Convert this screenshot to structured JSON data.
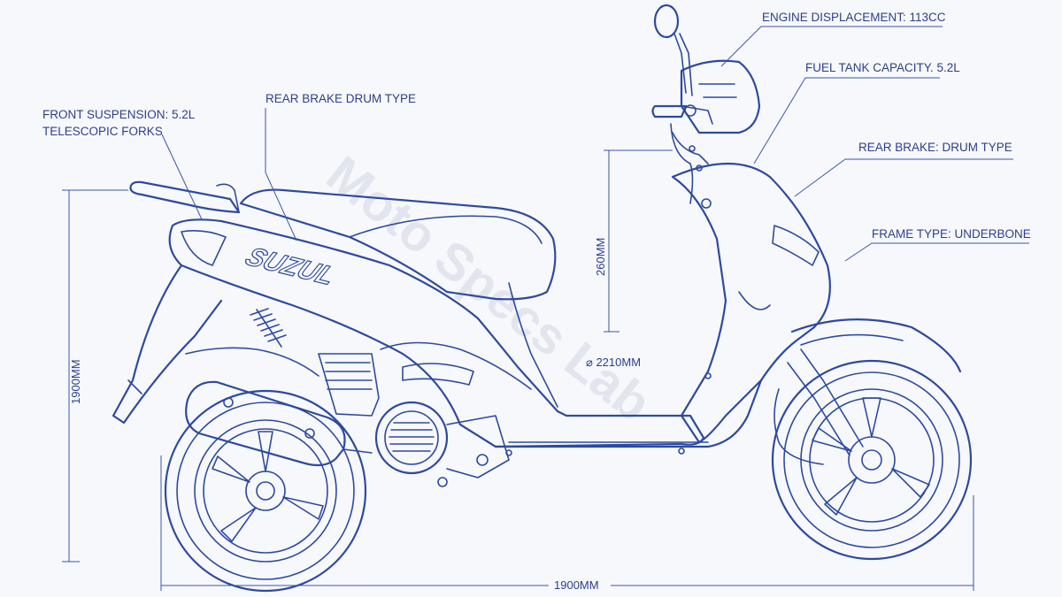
{
  "brand": "SUZUL",
  "watermark": "Moto Specs Lab",
  "callouts": {
    "front_suspension_1": "FRONT SUSPENSION: 5.2L",
    "front_suspension_2": "TELESCOPIC FORKS",
    "rear_brake_drum": "REAR BRAKE DRUM TYPE",
    "engine": "ENGINE DISPLACEMENT: 113CC",
    "fuel_tank": "FUEL TANK CAPACITY. 5.2L",
    "rear_brake": "REAR BRAKE: DRUM TYPE",
    "frame": "FRAME TYPE: UNDERBONE"
  },
  "dimensions": {
    "height": "1900MM",
    "length": "1900MM",
    "seat": "260MM",
    "wheel": "⌀ 2210MM"
  },
  "colors": {
    "line": "#2d4aa0",
    "paper": "#f7f8fb",
    "watermark": "#c9cfe0"
  }
}
